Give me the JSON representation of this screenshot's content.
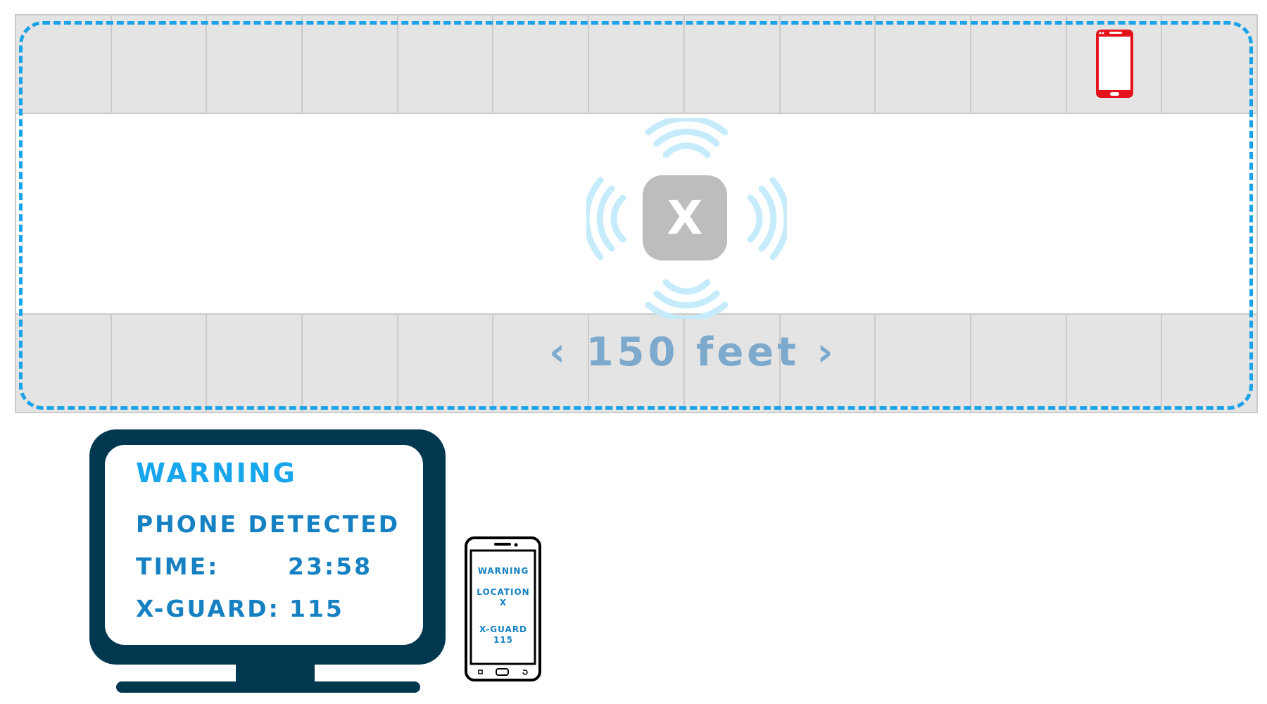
{
  "diagram": {
    "sensor": {
      "letter": "X"
    },
    "distance_label": "‹ 150 feet ›",
    "colors": {
      "zone_border": "#1aa3e8",
      "signal_waves": "#c6ecfb",
      "sensor_box": "#bdbdbd",
      "detected_phone": "#e3121b",
      "monitor": "#02384f",
      "warning_text": "#17a6ec",
      "info_text": "#1581c2"
    },
    "icons": {
      "detected_phone": "smartphone-icon",
      "sensor": "signal-broadcast-icon",
      "monitor": "monitor-icon",
      "handheld": "smartphone-icon"
    }
  },
  "monitor": {
    "title": "WARNING",
    "message": "PHONE DETECTED",
    "time_label": "TIME:",
    "time_value": "23:58",
    "xguard_label": "X-GUARD:",
    "xguard_value": "115"
  },
  "handheld": {
    "title": "WARNING",
    "location_label": "LOCATION",
    "location_value": "X",
    "xguard_label": "X-GUARD",
    "xguard_value": "115"
  }
}
